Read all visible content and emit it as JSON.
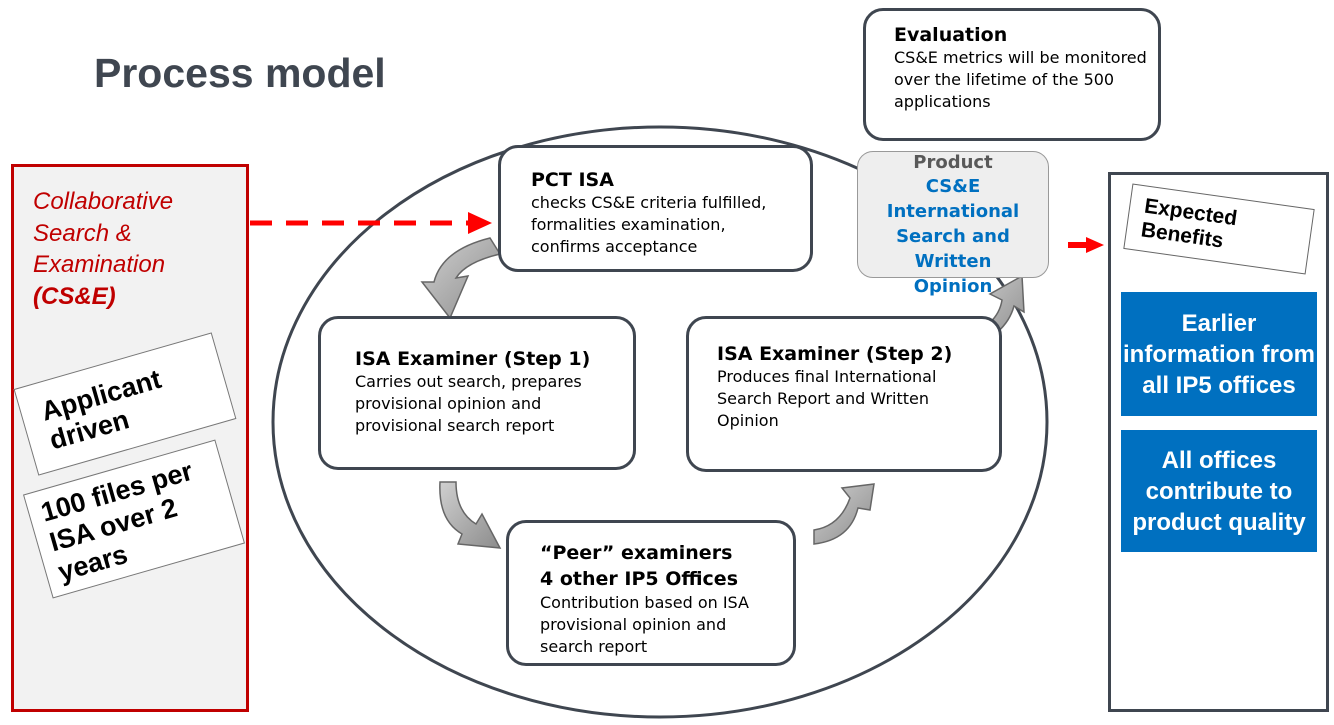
{
  "title": "Process model",
  "left_panel": {
    "line1": "Collaborative",
    "line2": "Search &",
    "line3": "Examination",
    "abbr": "(CS&E)",
    "tag_applicant": "Applicant driven",
    "tag_files": "100 files per ISA over 2 years"
  },
  "boxes": {
    "pct": {
      "heading": "PCT ISA",
      "body": "checks CS&E criteria fulfilled, formalities examination, confirms acceptance"
    },
    "isa1": {
      "heading": "ISA Examiner (Step 1)",
      "body": "Carries out search, prepares provisional opinion and provisional search report"
    },
    "isa2": {
      "heading": "ISA Examiner (Step 2)",
      "body": "Produces final International Search Report and Written Opinion"
    },
    "peer": {
      "heading1": "“Peer” examiners",
      "heading2": "4 other IP5 Offices",
      "body": "Contribution based on ISA provisional opinion and search report"
    },
    "evaluation": {
      "heading": "Evaluation",
      "body": "CS&E metrics will be monitored over the lifetime of the 500 applications"
    },
    "product": {
      "label": "Product",
      "name": "CS&E International Search and Written Opinion"
    }
  },
  "right_panel": {
    "tag": "Expected Benefits",
    "benefit1": "Earlier information from all IP5 offices",
    "benefit2": "All offices contribute to product quality"
  },
  "colors": {
    "red": "#c00000",
    "blue": "#0070c0",
    "dark": "#3f4650",
    "arrow": "#a6a6a6"
  }
}
